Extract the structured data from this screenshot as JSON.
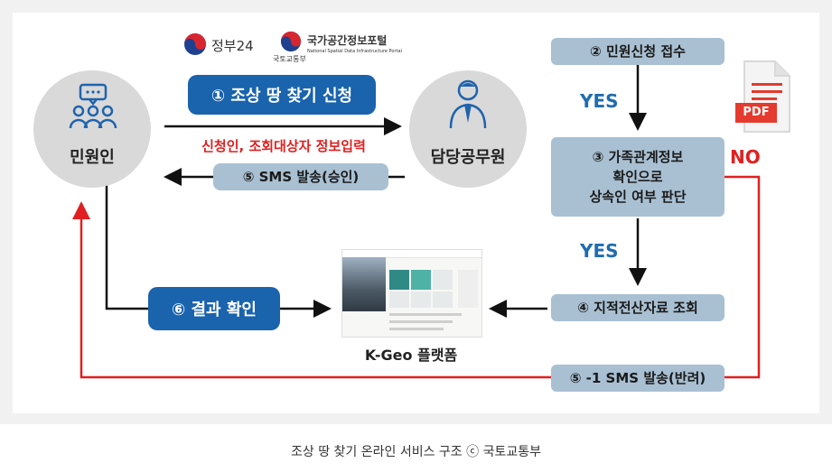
{
  "nodes": {
    "applicant": "민원인",
    "official": "담당공무원",
    "platform": "K-Geo 플랫폼"
  },
  "logos": {
    "gov24": "정부24",
    "nsdi_title": "국가공간정보포털",
    "nsdi_subtitle": "National Spatial Data Infrastructure Portal",
    "molit": "국토교통부"
  },
  "steps": {
    "s1": "① 조상 땅 찾기 신청",
    "s1_sub": "신청인, 조회대상자 정보입력",
    "s5": "⑤ SMS 발송(승인)",
    "s6": "⑥ 결과 확인",
    "s2": "② 민원신청 접수",
    "s3_l1": "③ 가족관계정보",
    "s3_l2": "확인으로",
    "s3_l3": "상속인 여부 판단",
    "s4": "④ 지적전산자료 조회",
    "s5_reject": "⑤ -1 SMS 발송(반려)"
  },
  "decisions": {
    "yes1": "YES",
    "yes2": "YES",
    "no": "NO"
  },
  "pdf_icon": {
    "label": "PDF",
    "color": "#e53a2e"
  },
  "colors": {
    "blue": "#1a63ad",
    "grey_pill": "#a9c0d3",
    "red": "#e02020",
    "node_grey": "#d9d9d9"
  },
  "caption": "조상 땅 찾기 온라인 서비스 구조 ⓒ 국토교통부"
}
